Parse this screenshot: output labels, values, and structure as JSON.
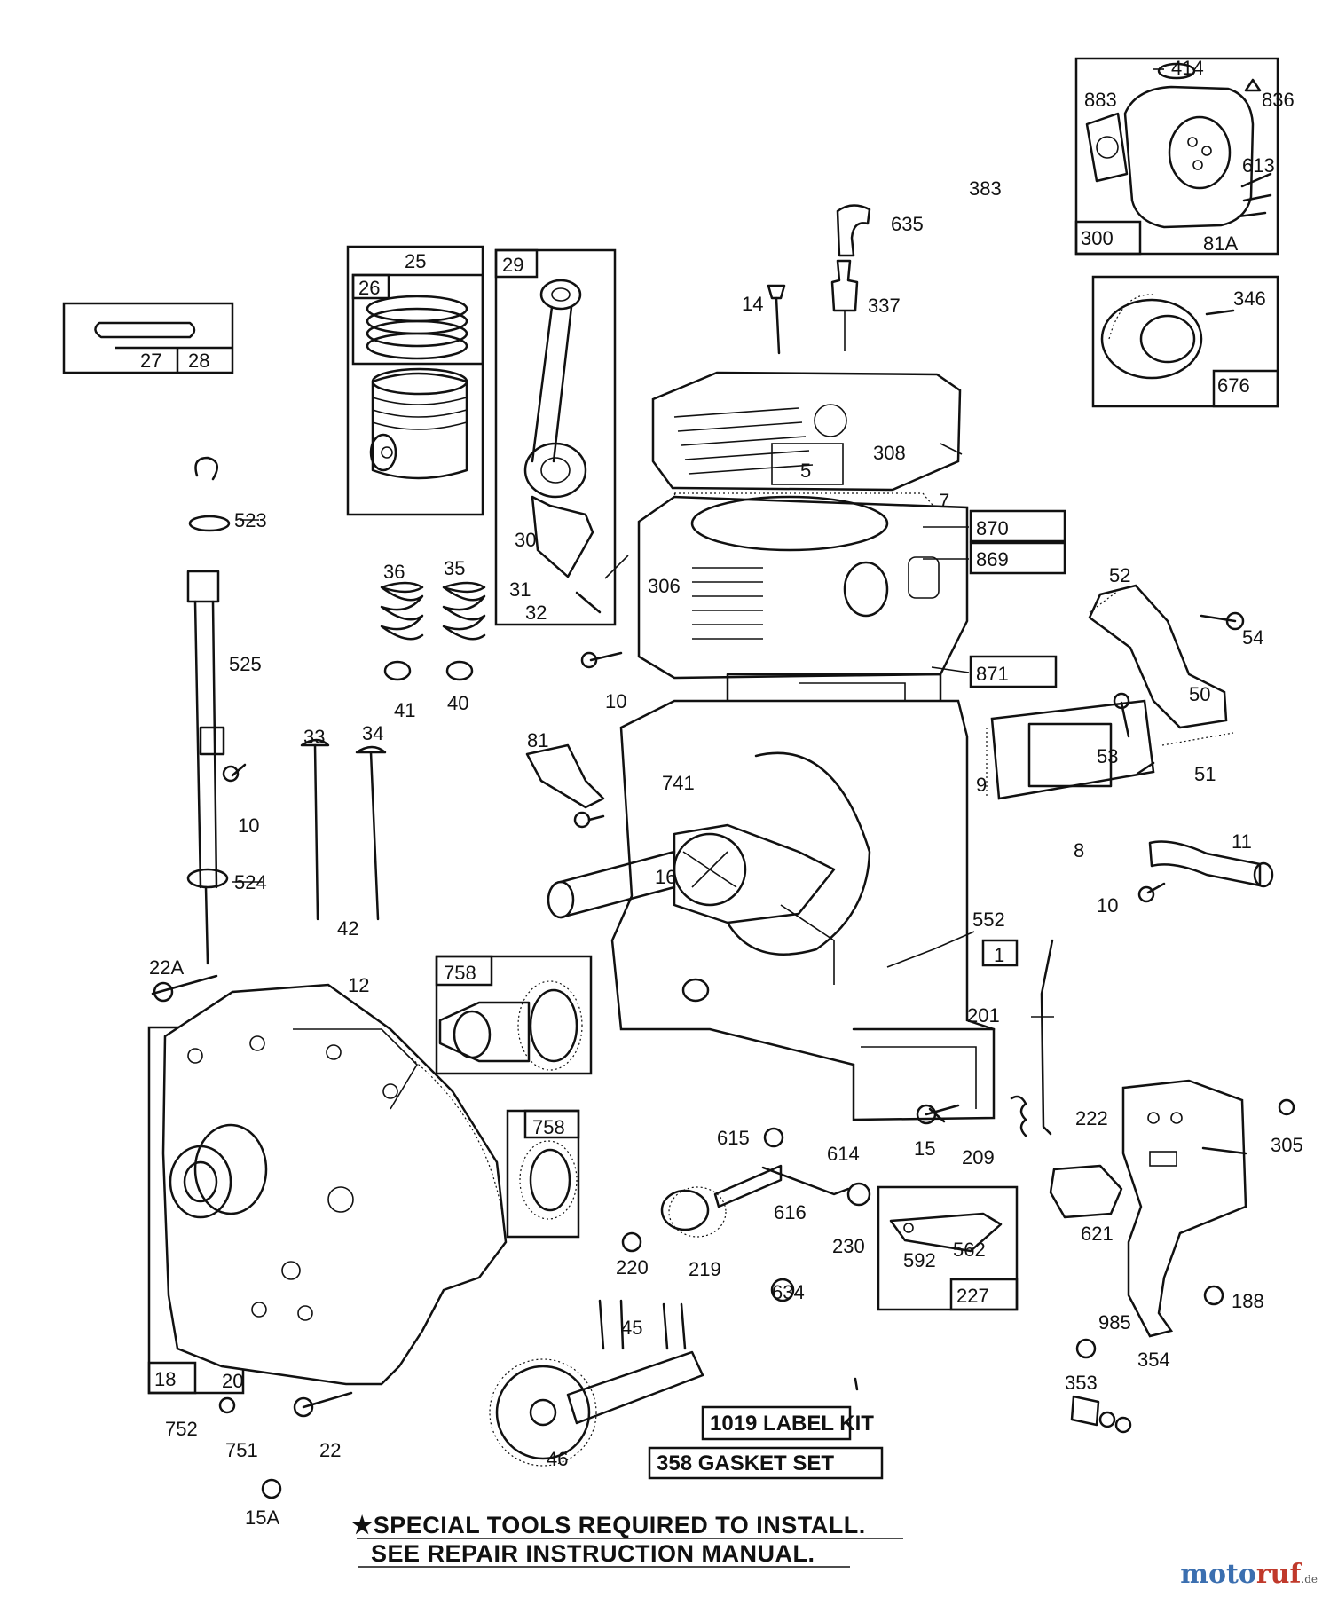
{
  "callouts": [
    "414",
    "883",
    "836",
    "383",
    "613",
    "300",
    "81A",
    "635",
    "14",
    "337",
    "346",
    "676",
    "25",
    "26",
    "29",
    "27",
    "28",
    "5",
    "308",
    "7",
    "523",
    "870",
    "869",
    "36",
    "35",
    "306",
    "52",
    "54",
    "30",
    "31",
    "32",
    "525",
    "41",
    "40",
    "871",
    "50",
    "10",
    "33",
    "34",
    "81",
    "53",
    "51",
    "741",
    "9",
    "10",
    "8",
    "11",
    "524",
    "16",
    "10",
    "42",
    "552",
    "1",
    "22A",
    "12",
    "758",
    "201",
    "758",
    "615",
    "614",
    "15",
    "209",
    "222",
    "305",
    "616",
    "230",
    "562",
    "592",
    "220",
    "219",
    "634",
    "621",
    "227",
    "188",
    "45",
    "985",
    "354",
    "353",
    "18",
    "20",
    "1019 LABEL KIT",
    "358 GASKET SET",
    "752",
    "751",
    "22",
    "46",
    "15A"
  ],
  "note": {
    "line1": "★SPECIAL TOOLS REQUIRED TO INSTALL.",
    "line2": "SEE REPAIR INSTRUCTION MANUAL."
  },
  "watermark": {
    "part1": "moto",
    "part2": "ruf",
    "part3": ".de"
  }
}
